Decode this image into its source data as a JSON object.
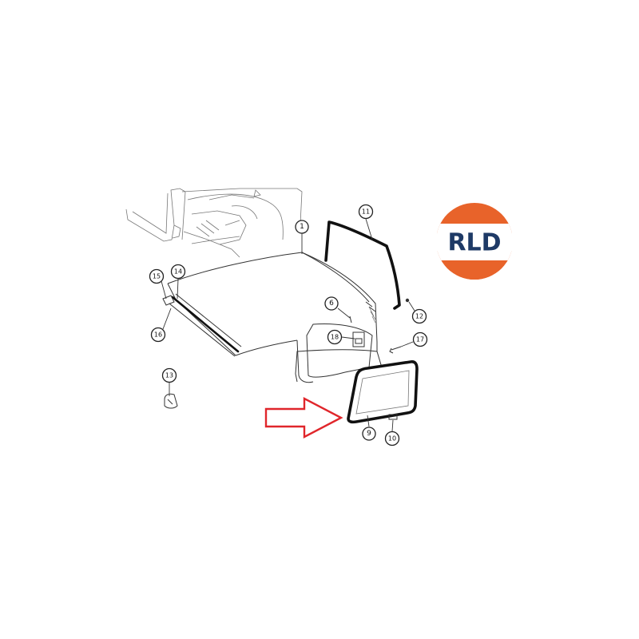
{
  "diagram": {
    "callouts": [
      "1",
      "6",
      "9",
      "10",
      "11",
      "12",
      "13",
      "14",
      "15",
      "16",
      "17",
      "18"
    ]
  },
  "logo": {
    "text": "RLD",
    "colors": {
      "orange": "#e8632a",
      "navy": "#1e3a66",
      "white": "#ffffff"
    }
  },
  "arrow": {
    "color": "#e0262b"
  }
}
